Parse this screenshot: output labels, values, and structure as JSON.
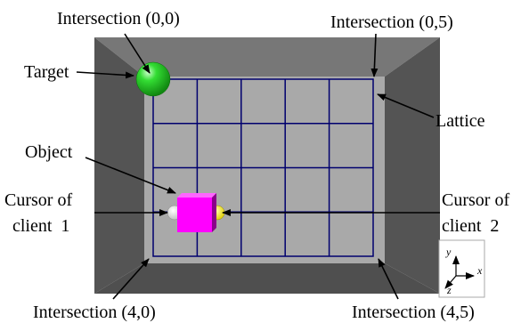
{
  "labels": {
    "intersection_00": "Intersection (0,0)",
    "intersection_05": "Intersection (0,5)",
    "intersection_40": "Intersection (4,0)",
    "intersection_45": "Intersection (4,5)",
    "target": "Target",
    "lattice": "Lattice",
    "object": "Object",
    "cursor_client1_line1": "Cursor of",
    "cursor_client1_line2": "client  1",
    "cursor_client2_line1": "Cursor of",
    "cursor_client2_line2": "client  2"
  },
  "axes": {
    "x": "x",
    "y": "y",
    "z": "z"
  },
  "lattice": {
    "rows": 4,
    "cols": 5
  },
  "colors": {
    "room_back": "#a9a9a9",
    "room_left": "#545454",
    "room_right": "#545454",
    "room_top": "#777777",
    "room_bottom": "#4f4f4f",
    "lattice_line": "#00006e",
    "target": "#22cc22",
    "object": "#ff00ff",
    "cursor_client1": "#ffffff",
    "cursor_client2": "#ffee00"
  }
}
